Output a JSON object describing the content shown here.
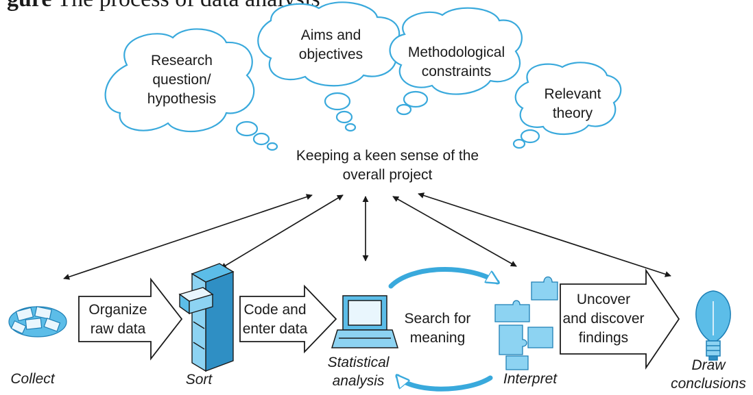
{
  "figure": {
    "heading_bold": "gure",
    "heading_rest": "  The process of data analysis"
  },
  "clouds": {
    "research": "Research\nquestion/\nhypothesis",
    "aims": "Aims and\nobjectives",
    "method": "Methodological\nconstraints",
    "theory": "Relevant\ntheory"
  },
  "center_text": "Keeping a keen sense of the\noverall project",
  "arrows": {
    "organize": "Organize\nraw data",
    "code": "Code and\nenter data",
    "uncover": "Uncover\nand discover\nfindings"
  },
  "cycle_text": "Search for\nmeaning",
  "stages": {
    "collect": "Collect",
    "sort": "Sort",
    "statistical": "Statistical\nanalysis",
    "interpret": "Interpret",
    "draw": "Draw\nconclusions"
  },
  "colors": {
    "accent": "#39a9dc",
    "ink": "#1a1a1a"
  }
}
